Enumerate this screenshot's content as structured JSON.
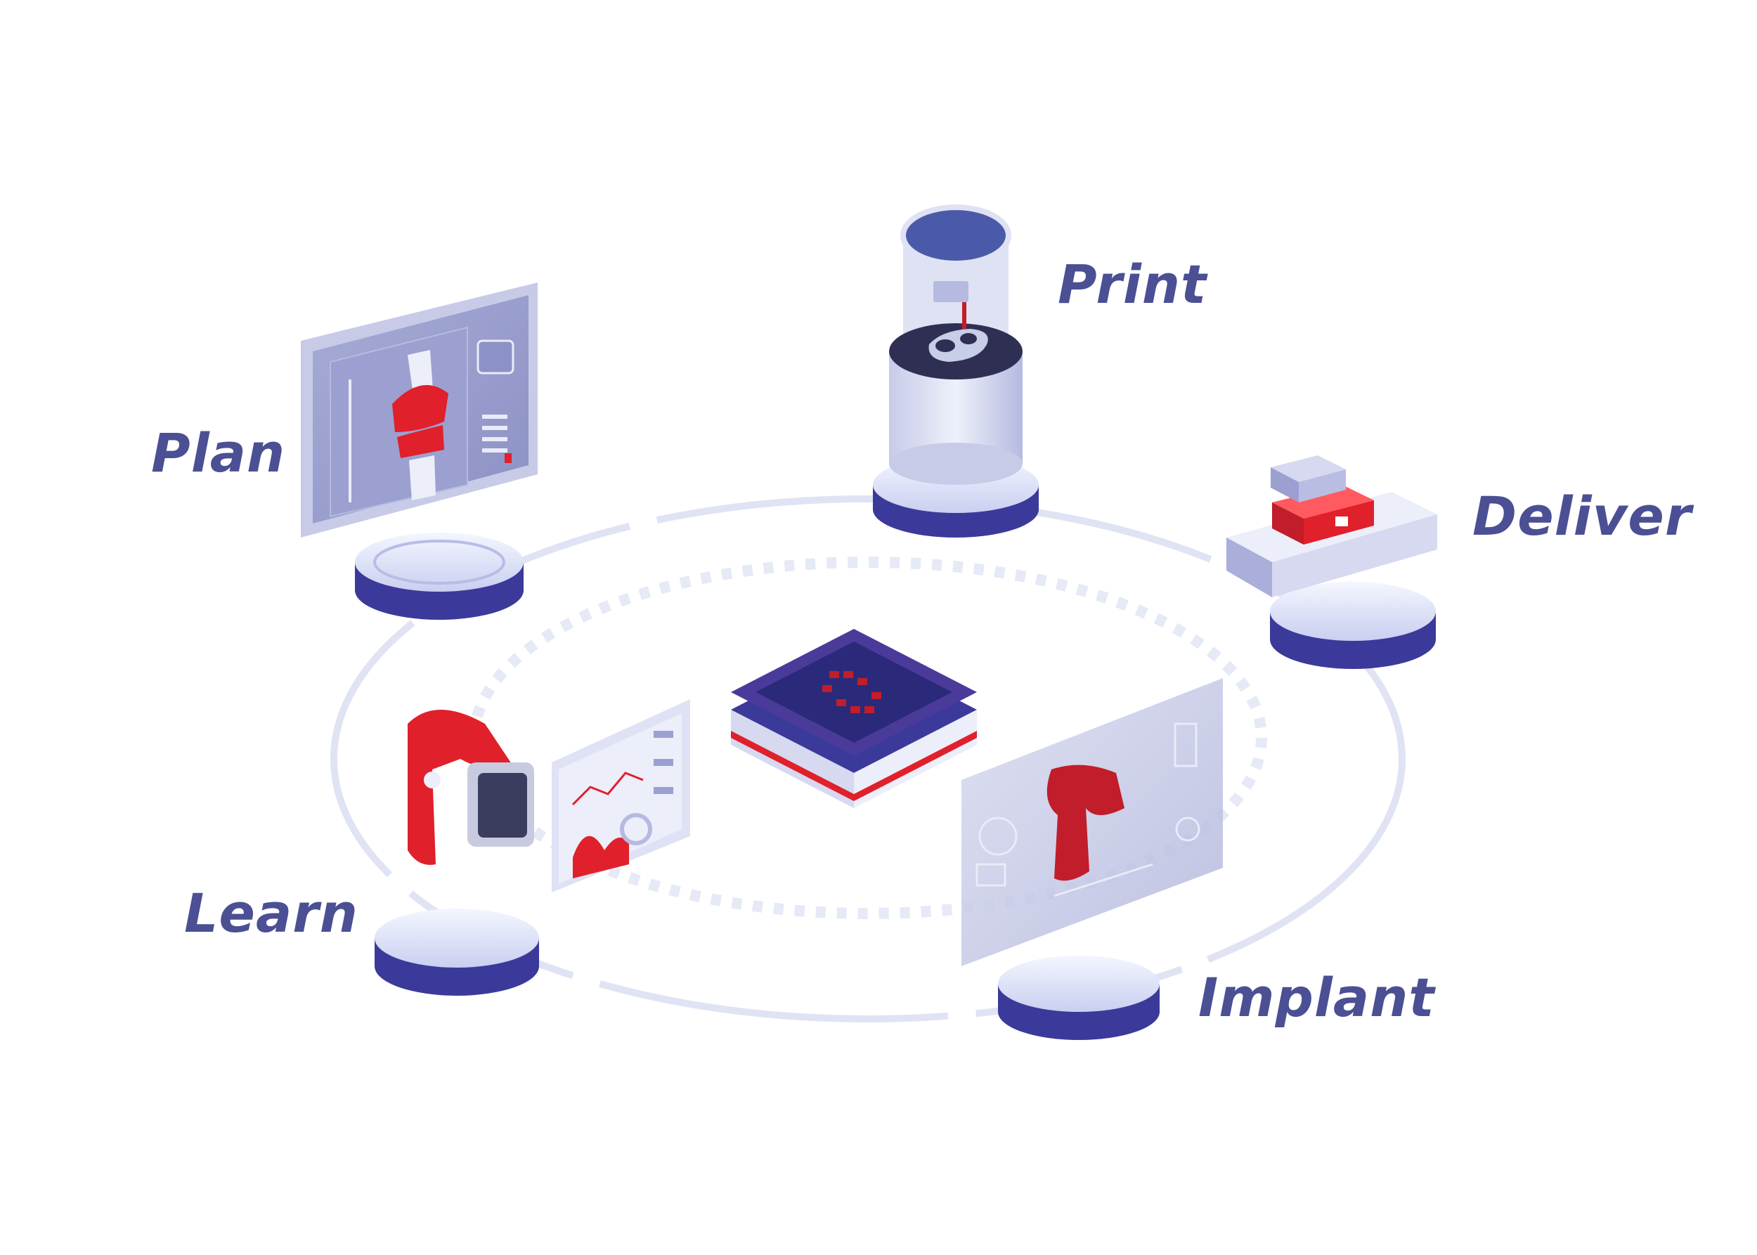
{
  "colors": {
    "accent_navy": "#3b3a9a",
    "label": "#4b4f93",
    "highlight_red": "#e0202a",
    "ring": "#dfe3f3",
    "panel": "#9a9fcd"
  },
  "stages": [
    {
      "id": "plan",
      "label": "Plan",
      "icon": "knee-planning-screen-icon"
    },
    {
      "id": "print",
      "label": "Print",
      "icon": "3d-printer-icon"
    },
    {
      "id": "deliver",
      "label": "Deliver",
      "icon": "package-delivery-icon"
    },
    {
      "id": "implant",
      "label": "Implant",
      "icon": "implant-scan-screen-icon"
    },
    {
      "id": "learn",
      "label": "Learn",
      "icon": "smartwatch-analytics-icon"
    }
  ],
  "center": {
    "icon": "ai-chip-icon"
  }
}
